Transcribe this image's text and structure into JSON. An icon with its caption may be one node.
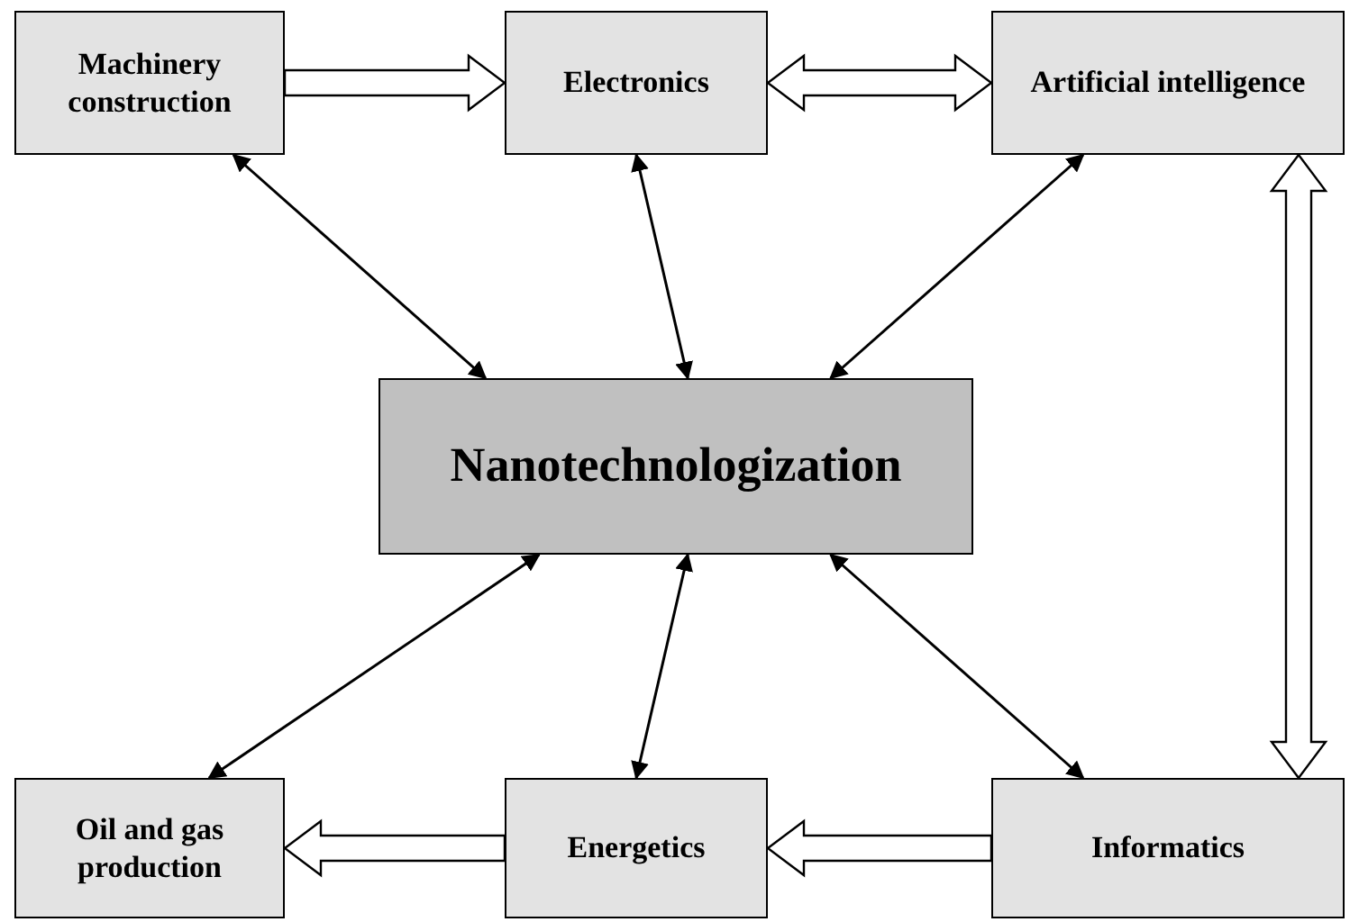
{
  "diagram": {
    "nodes": [
      {
        "text": [
          "Machinery construction"
        ]
      },
      {
        "text": [
          "Electronics"
        ]
      },
      {
        "text": [
          "Artificial intelligence"
        ]
      },
      {
        "text": [
          "Nanotechnologization"
        ]
      },
      {
        "text": [
          "Oil and gas production"
        ]
      },
      {
        "text": [
          "Energetics"
        ]
      },
      {
        "text": [
          "Informatics"
        ]
      }
    ],
    "edges": [
      {
        "from": 0,
        "to": 1,
        "arrow": "to",
        "style": "thick"
      },
      {
        "from": 1,
        "to": 2,
        "arrow": "both",
        "style": "thick"
      },
      {
        "from": 2,
        "to": 6,
        "arrow": "both",
        "style": "thick"
      },
      {
        "from": 6,
        "to": 5,
        "arrow": "to",
        "style": "thick"
      },
      {
        "from": 5,
        "to": 4,
        "arrow": "to",
        "style": "thick"
      },
      {
        "from": 0,
        "to": 3,
        "arrow": "both"
      },
      {
        "from": 1,
        "to": 3,
        "arrow": "both"
      },
      {
        "from": 2,
        "to": 3,
        "arrow": "both"
      },
      {
        "from": 3,
        "to": 4,
        "arrow": "both"
      },
      {
        "from": 3,
        "to": 5,
        "arrow": "both"
      },
      {
        "from": 3,
        "to": 6,
        "arrow": "both"
      }
    ]
  }
}
